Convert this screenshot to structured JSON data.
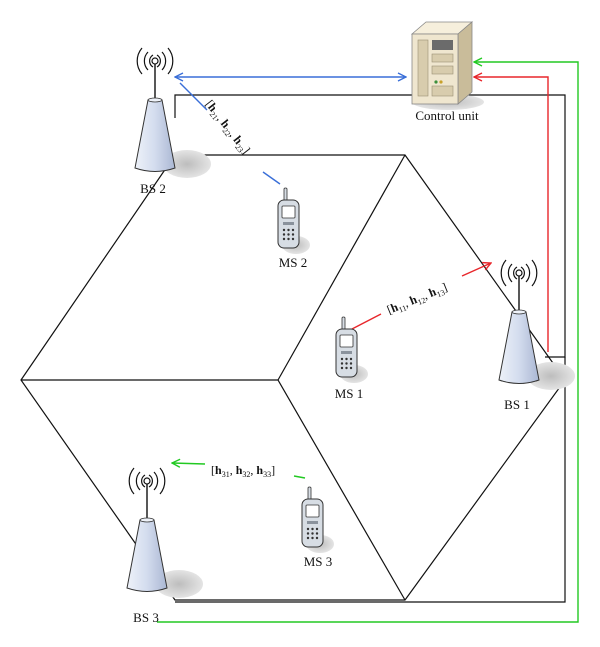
{
  "colors": {
    "line": "#111111",
    "bs2_link": "#3a6fd8",
    "bs1_link": "#e8262b",
    "bs3_link": "#22c922",
    "tower_fill": "#dfe6f3",
    "phone_fill": "#d7dde4",
    "server_fill": "#efe6cf"
  },
  "labels": {
    "control_unit": "Control unit",
    "bs1": "BS 1",
    "bs2": "BS 2",
    "bs3": "BS 3",
    "ms1": "MS 1",
    "ms2": "MS 2",
    "ms3": "MS 3"
  },
  "channel_vectors": {
    "ms1": {
      "open": "[",
      "close": "]",
      "sep": ", ",
      "symbol": "h",
      "subscripts": [
        "11",
        "12",
        "13"
      ]
    },
    "ms2": {
      "open": "[",
      "close": "]",
      "sep": ", ",
      "symbol": "h",
      "subscripts": [
        "21",
        "22",
        "23"
      ]
    },
    "ms3": {
      "open": "[",
      "close": "]",
      "sep": ", ",
      "symbol": "h",
      "subscripts": [
        "31",
        "32",
        "33"
      ]
    }
  },
  "icons": {
    "tower": "antenna-tower-icon",
    "phone": "mobile-phone-icon",
    "server": "server-cabinet-icon"
  }
}
